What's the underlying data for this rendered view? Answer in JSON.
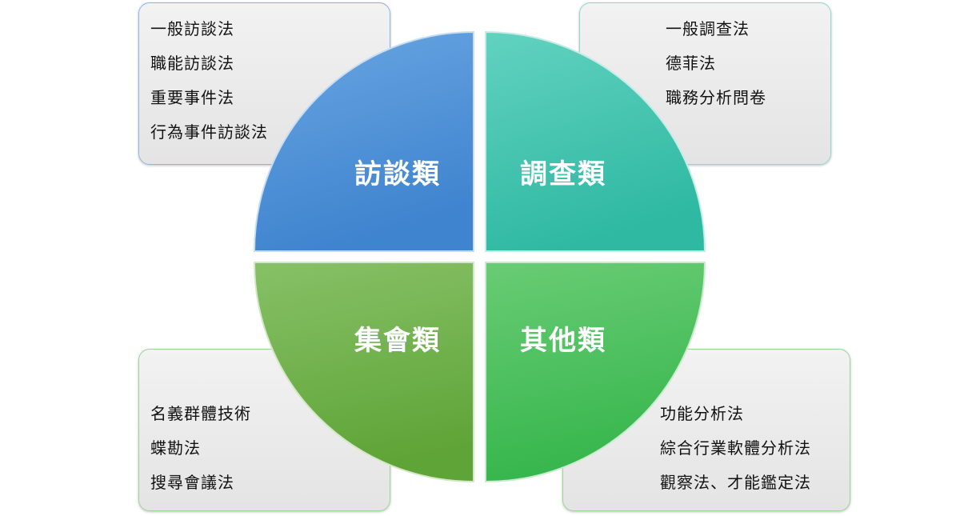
{
  "quadrants": {
    "interview": {
      "label": "訪談類",
      "items": [
        "一般訪談法",
        "職能訪談法",
        "重要事件法",
        "行為事件訪談法"
      ]
    },
    "survey": {
      "label": "調查類",
      "items": [
        "一般調查法",
        "德菲法",
        "職務分析問卷"
      ]
    },
    "meeting": {
      "label": "集會類",
      "items": [
        "名義群體技術",
        "蝶勘法",
        "搜尋會議法"
      ]
    },
    "other": {
      "label": "其他類",
      "items": [
        "功能分析法",
        "綜合行業軟體分析法",
        "觀察法、才能鑑定法"
      ]
    }
  },
  "colors": {
    "interview": "#4a8fd6",
    "survey": "#3cc6b0",
    "meeting": "#6fb043",
    "other": "#48c25c"
  }
}
